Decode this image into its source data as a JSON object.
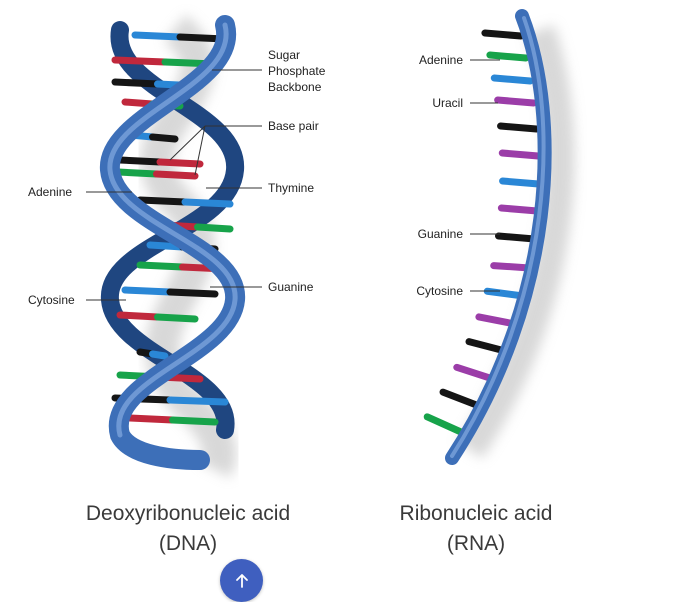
{
  "dna": {
    "labels": {
      "sugar_phosphate": [
        "Sugar",
        "Phosphate",
        "Backbone"
      ],
      "base_pair": "Base pair",
      "adenine": "Adenine",
      "thymine": "Thymine",
      "cytosine": "Cytosine",
      "guanine": "Guanine"
    },
    "caption": [
      "Deoxyribonucleic acid",
      "(DNA)"
    ]
  },
  "rna": {
    "labels": {
      "adenine": "Adenine",
      "uracil": "Uracil",
      "guanine": "Guanine",
      "cytosine": "Cytosine"
    },
    "caption": [
      "Ribonucleic acid",
      "(RNA)"
    ]
  },
  "colors": {
    "backbone": "#3d6fb8",
    "backbone_dark": "#1f4680",
    "adenine": "#17a34a",
    "thymine": "#c0283c",
    "cytosine": "#2a87d6",
    "guanine": "#151515",
    "uracil": "#9b3da8",
    "button": "#3f5fbf"
  },
  "scroll_top_icon": "arrow-up-icon"
}
